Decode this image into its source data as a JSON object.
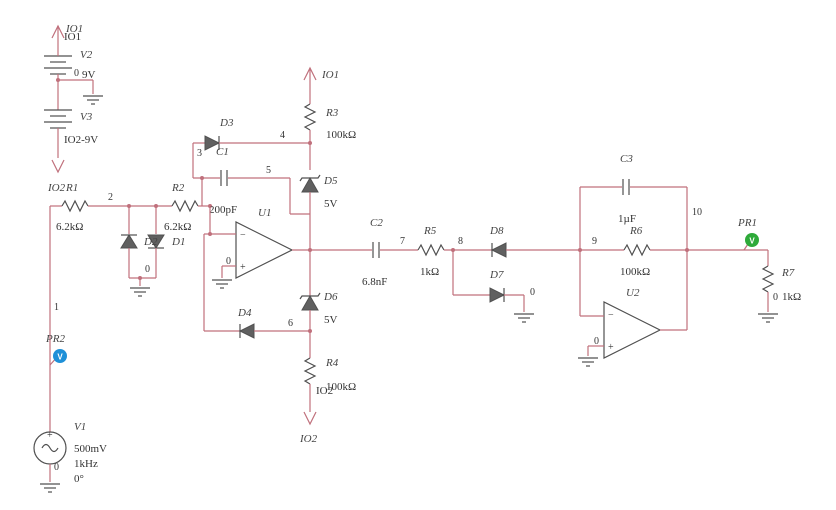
{
  "net_labels": {
    "io1_top": "IO1",
    "io1_sub": "IO1",
    "io1_r3": "IO1",
    "io2_v3": "IO2-9V",
    "io2_r1": "IO2",
    "io2_r4": "IO2",
    "io2_bottom": "IO2"
  },
  "nodes": {
    "n0a": "0",
    "n1": "1",
    "n2": "2",
    "n3": "3",
    "n4": "4",
    "n5": "5",
    "n6": "6",
    "n7": "7",
    "n8": "8",
    "n9": "9",
    "n10": "10",
    "n0b": "0",
    "n0c": "0",
    "n0d": "0",
    "n0e": "0",
    "n0f": "0"
  },
  "components": {
    "V2": {
      "name": "V2",
      "value": "9V"
    },
    "V3": {
      "name": "V3"
    },
    "V1": {
      "name": "V1",
      "amplitude": "500mV",
      "freq": "1kHz",
      "phase": "0°"
    },
    "R1": {
      "name": "R1",
      "value": "6.2kΩ"
    },
    "R2": {
      "name": "R2",
      "value": "6.2kΩ"
    },
    "R3": {
      "name": "R3",
      "value": "100kΩ"
    },
    "R4": {
      "name": "R4",
      "value": "100kΩ"
    },
    "R5": {
      "name": "R5",
      "value": "1kΩ"
    },
    "R6": {
      "name": "R6",
      "value": "100kΩ"
    },
    "R7": {
      "name": "R7",
      "value": "1kΩ"
    },
    "C1": {
      "name": "C1",
      "value": "200pF"
    },
    "C2": {
      "name": "C2",
      "value": "6.8nF"
    },
    "C3": {
      "name": "C3",
      "value": "1µF"
    },
    "D1": {
      "name": "D1"
    },
    "D2": {
      "name": "D2"
    },
    "D3": {
      "name": "D3"
    },
    "D4": {
      "name": "D4"
    },
    "D5": {
      "name": "D5",
      "value": "5V"
    },
    "D6": {
      "name": "D6",
      "value": "5V"
    },
    "D7": {
      "name": "D7"
    },
    "D8": {
      "name": "D8"
    },
    "U1": {
      "name": "U1"
    },
    "U2": {
      "name": "U2"
    },
    "PR1": {
      "name": "PR1",
      "glyph": "V"
    },
    "PR2": {
      "name": "PR2",
      "glyph": "V"
    }
  },
  "colors": {
    "wire": "#c0707c",
    "probe_pr1": "#2eaa3a",
    "probe_pr2": "#1e90d8",
    "component": "#505050"
  }
}
